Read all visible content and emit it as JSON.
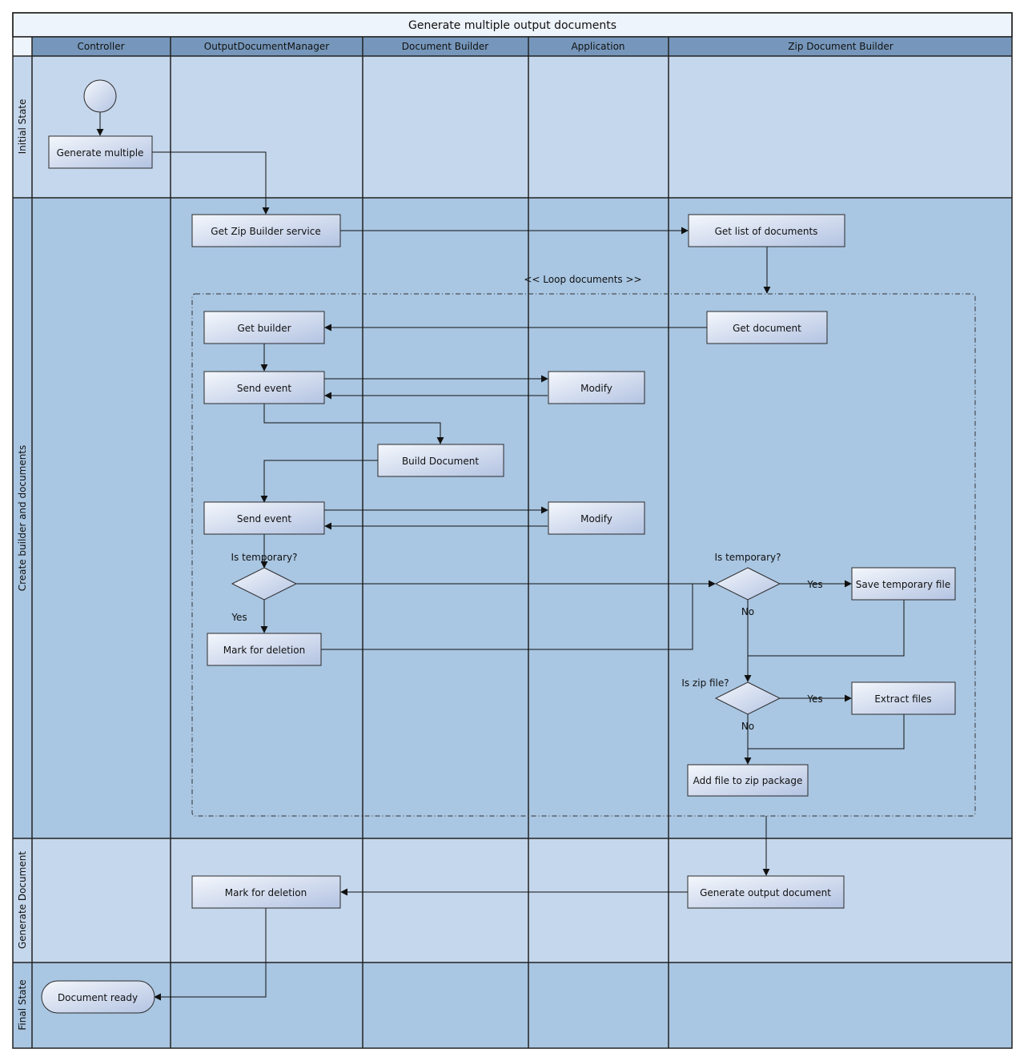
{
  "title": "Generate multiple output documents",
  "lanes": [
    "Controller",
    "OutputDocumentManager",
    "Document Builder",
    "Application",
    "Zip Document Builder"
  ],
  "phases": [
    "Initial State",
    "Create builder and documents",
    "Generate Document",
    "Final State"
  ],
  "loop_label": "<< Loop documents >>",
  "nodes": {
    "generate_multiple": "Generate multiple",
    "get_zip_builder": "Get Zip Builder service",
    "get_list": "Get list of documents",
    "get_builder": "Get builder",
    "get_document": "Get document",
    "send_event_1": "Send event",
    "modify_1": "Modify",
    "build_document": "Build Document",
    "send_event_2": "Send event",
    "modify_2": "Modify",
    "mark_deletion_1": "Mark for deletion",
    "save_temp": "Save temporary file",
    "extract_files": "Extract files",
    "add_file_zip": "Add file to zip package",
    "generate_output": "Generate output document",
    "mark_deletion_2": "Mark for deletion",
    "document_ready": "Document ready"
  },
  "decisions": {
    "is_temporary_1": "Is temporary?",
    "is_temporary_2": "Is temporary?",
    "is_zip": "Is zip file?"
  },
  "edge_labels": {
    "yes_temp_1": "Yes",
    "yes_temp_2": "Yes",
    "no_temp_2": "No",
    "yes_zip": "Yes",
    "no_zip": "No"
  },
  "colors": {
    "phase_light": "#c5d7ec",
    "phase_dark": "#a9c6e2",
    "lane_header": "#7697bb",
    "title_bg": "#eef4fb",
    "box_top": "#f3f6fb",
    "box_bottom": "#b7c6e3"
  }
}
